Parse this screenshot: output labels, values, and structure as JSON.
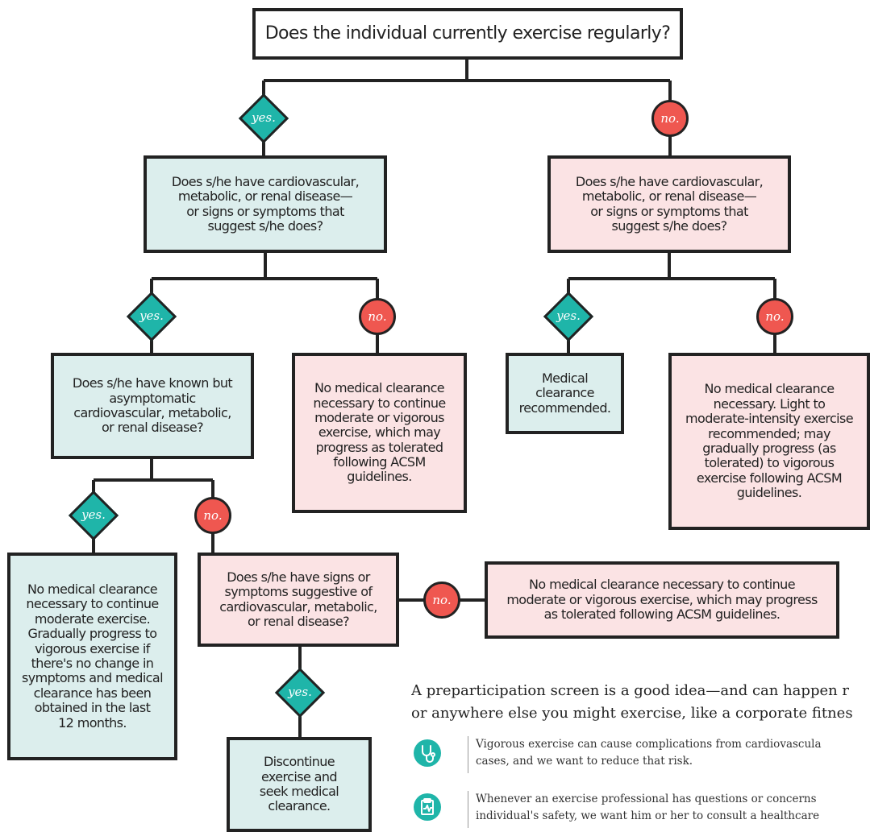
{
  "root": {
    "question": "Does the individual currently exercise regularly?"
  },
  "branch_labels": {
    "yes": "yes.",
    "no": "no."
  },
  "exercisers": {
    "question": "Does s/he have cardiovascular,\nmetabolic, or renal disease—\nor signs or symptoms that\nsuggest s/he does?",
    "known_disease_question": "Does s/he have known but\nasymptomatic\ncardiovascular, metabolic,\nor renal disease?",
    "no_disease_outcome": "No medical clearance\nnecessary to continue\nmoderate or vigorous\nexercise, which may\nprogress as tolerated\nfollowing ACSM\nguidelines.",
    "asymptomatic_outcome": "No medical clearance\nnecessary to continue\nmoderate exercise.\nGradually progress to\nvigorous exercise if\nthere's no change in\nsymptoms and medical\nclearance has been\nobtained in the last\n12 months.",
    "symptoms_question": "Does s/he have signs or\nsymptoms suggestive of\ncardiovascular, metabolic,\nor renal disease?",
    "symptoms_yes_outcome": "Discontinue\nexercise and\nseek medical\nclearance.",
    "symptoms_no_outcome": "No medical clearance necessary to continue\nmoderate or vigorous exercise, which may progress\nas tolerated following ACSM guidelines."
  },
  "non_exercisers": {
    "question": "Does s/he have cardiovascular,\nmetabolic, or renal disease—\nor signs or symptoms that\nsuggest s/he does?",
    "yes_outcome": "Medical\nclearance\nrecommended.",
    "no_outcome": "No medical clearance\nnecessary. Light to\nmoderate-intensity exercise\nrecommended; may\ngradually progress (as\ntolerated) to vigorous\nexercise following ACSM\nguidelines."
  },
  "sidebar": {
    "intro": "A preparticipation screen is a good idea—and can happen r\nor anywhere else you might exercise, like a corporate fitnes",
    "points": [
      {
        "icon": "stethoscope-icon",
        "text": "Vigorous exercise can cause complications from cardiovascula\ncases, and we want to reduce that risk."
      },
      {
        "icon": "clipboard-icon",
        "text": "Whenever an exercise professional has questions or concerns\nindividual's safety, we want him or her to consult a healthcare"
      }
    ]
  },
  "colors": {
    "teal": "#1fb5a9",
    "red": "#ef5750",
    "teal_fill": "#dceeed",
    "pink_fill": "#fbe3e4",
    "line": "#222222"
  }
}
